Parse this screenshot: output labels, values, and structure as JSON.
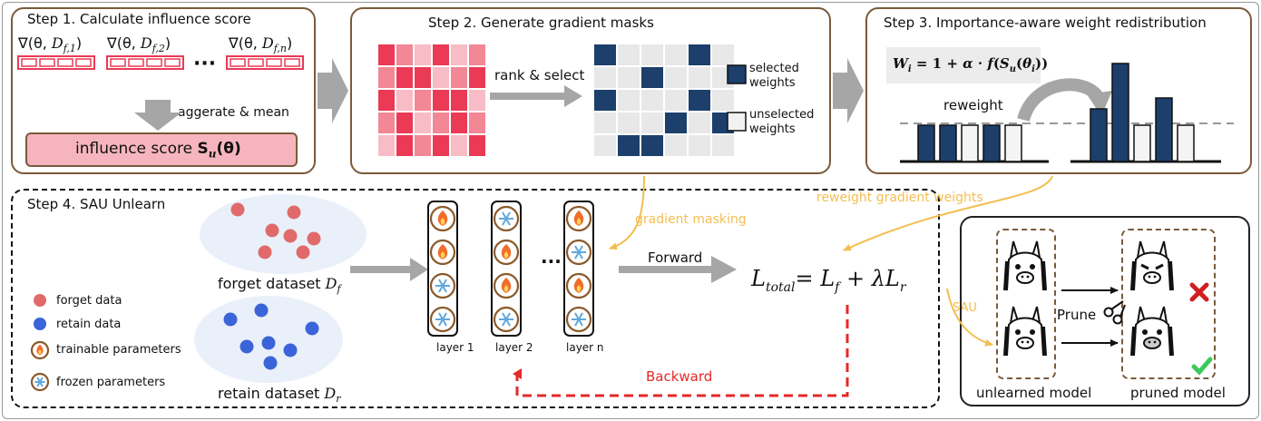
{
  "step1": {
    "title": "Step 1. Calculate influence score",
    "gradients": [
      "∇(θ, D_{f,1})",
      "∇(θ, D_{f,2})",
      "∇(θ, D_{f,n})"
    ],
    "ellipsis": "···",
    "aggregate_label": "aggerate & mean",
    "influence_label": "influence score",
    "influence_symbol": "S_u(θ)"
  },
  "step2": {
    "title": "Step 2. Generate gradient masks",
    "rank_label": "rank & select",
    "legend_selected": [
      "selected",
      "weights"
    ],
    "legend_unselected": [
      "unselected",
      "weights"
    ]
  },
  "step3": {
    "title": "Step 3. Importance-aware weight redistribution",
    "formula": "W_i = 1 + α · f(S_u(θ_i))",
    "reweight_label": "reweight"
  },
  "step4": {
    "title": "Step 4. SAU Unlearn",
    "forget_dataset": "forget dataset",
    "forget_symbol": "D_f",
    "retain_dataset": "retain dataset",
    "retain_symbol": "D_r",
    "legend": [
      "forget data",
      "retain data",
      "trainable parameters",
      "frozen parameters"
    ],
    "layers": [
      "layer 1",
      "layer 2",
      "layer n"
    ],
    "ellipsis": "···",
    "forward_label": "Forward",
    "backward_label": "Backward",
    "loss": "L_total = L_f + λL_r"
  },
  "connectors": {
    "gradient_masking": "gradient masking",
    "reweight_gradient_weights": "reweight gradient weights",
    "sau": "SAU"
  },
  "models": {
    "prune_label": "Prune",
    "unlearned": "unlearned model",
    "pruned": "pruned model"
  },
  "colors": {
    "border_brown": "#7a5a3a",
    "pink_dark": "#ea3a55",
    "pink_mid": "#f28795",
    "pink_light": "#f7bcc5",
    "navy": "#1c3f6c",
    "grey_cell": "#e8e8e8",
    "orange_connector": "#f3be50",
    "forget_red": "#e06a6a",
    "retain_blue": "#3b64d8",
    "backward_red": "#e62828",
    "arrow_grey": "#a6a6a6"
  }
}
